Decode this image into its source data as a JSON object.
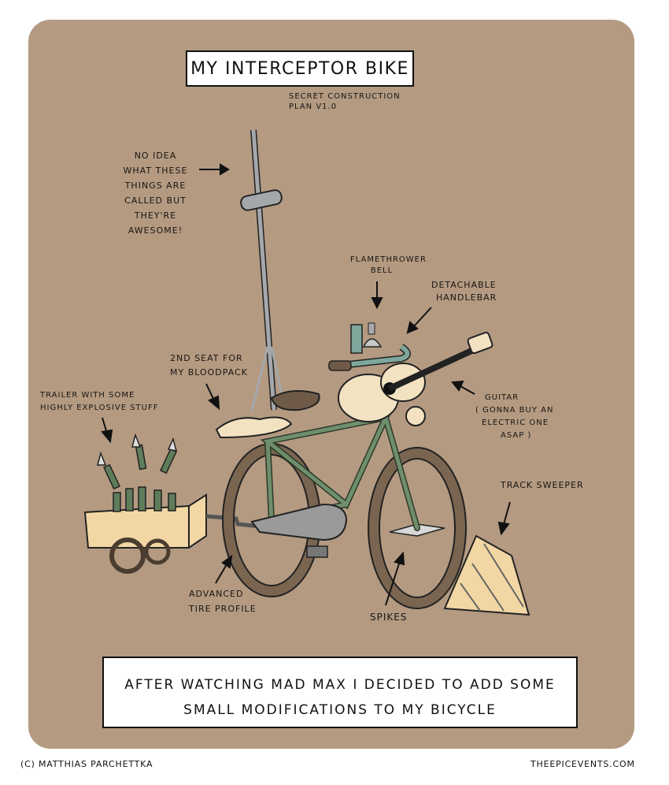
{
  "comic": {
    "title": "My Interceptor Bike",
    "subtitle_lines": [
      "Secret construction",
      "plan v1.0"
    ],
    "annotations": {
      "antennas": [
        "No idea",
        "what these",
        "things are",
        "called but",
        "they're",
        "awesome!"
      ],
      "flamethrower": [
        "Flamethrower",
        "bell"
      ],
      "handlebar": [
        "Detachable",
        "handlebar"
      ],
      "second_seat": [
        "2nd seat for",
        "my bloodpack"
      ],
      "trailer": [
        "Trailer with some",
        "highly explosive stuff"
      ],
      "guitar": [
        "Guitar",
        "( gonna buy an",
        "electric one",
        "asap )"
      ],
      "track_sweeper": [
        "Track sweeper"
      ],
      "tire_profile": [
        "Advanced",
        "tire profile"
      ],
      "spikes": [
        "Spikes"
      ]
    },
    "caption_lines": [
      "After watching Mad Max I decided to add some",
      "small modifications to my bicycle"
    ],
    "footer": {
      "copyright": "(c) Matthias Parchettka",
      "website": "theepicevents.com"
    }
  },
  "colors": {
    "background": "#b39a81",
    "bike_frame": "#6f8f6c",
    "tire": "#7a6550",
    "guitar_body": "#f3e2c2",
    "trailer": "#f2d7a4",
    "metal": "#a5a8ab"
  }
}
